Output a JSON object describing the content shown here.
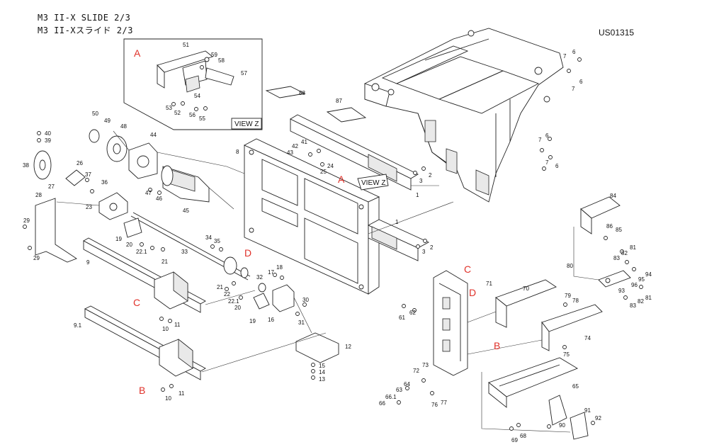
{
  "header": {
    "title_en": "M3 II-X SLIDE  2/3",
    "title_jp": "M3 II-Xスライド  2/3",
    "code": "US01315"
  },
  "view_labels": {
    "inset": "VIEW Z",
    "main": "VIEW Z"
  },
  "callout_letters": [
    {
      "id": "A-inset",
      "text": "A"
    },
    {
      "id": "A-main",
      "text": "A"
    },
    {
      "id": "C-left",
      "text": "C"
    },
    {
      "id": "D-left",
      "text": "D"
    },
    {
      "id": "B-left",
      "text": "B"
    },
    {
      "id": "C-right",
      "text": "C"
    },
    {
      "id": "D-right",
      "text": "D"
    },
    {
      "id": "B-right",
      "text": "B"
    }
  ],
  "part_numbers": [
    "51",
    "59",
    "58",
    "57",
    "54",
    "53",
    "52",
    "56",
    "55",
    "88",
    "87",
    "7",
    "6",
    "40",
    "39",
    "50",
    "49",
    "48",
    "44",
    "43",
    "42",
    "41",
    "8",
    "24",
    "25",
    "38",
    "26",
    "37",
    "36",
    "27",
    "47",
    "46",
    "45",
    "3",
    "2",
    "1",
    "28",
    "23",
    "29",
    "19",
    "20",
    "22.1",
    "21",
    "34",
    "35",
    "33",
    "9",
    "C",
    "D",
    "17",
    "18",
    "32",
    "22",
    "31",
    "30",
    "16",
    "10",
    "11",
    "9.1",
    "12",
    "15",
    "14",
    "13",
    "84",
    "86",
    "85",
    "80",
    "82",
    "81",
    "83",
    "94",
    "95",
    "96",
    "93",
    "71",
    "70",
    "79",
    "78",
    "61",
    "62",
    "74",
    "75",
    "73",
    "72",
    "64",
    "63",
    "66.1",
    "66",
    "76",
    "77",
    "65",
    "91",
    "92",
    "90",
    "68",
    "69"
  ]
}
